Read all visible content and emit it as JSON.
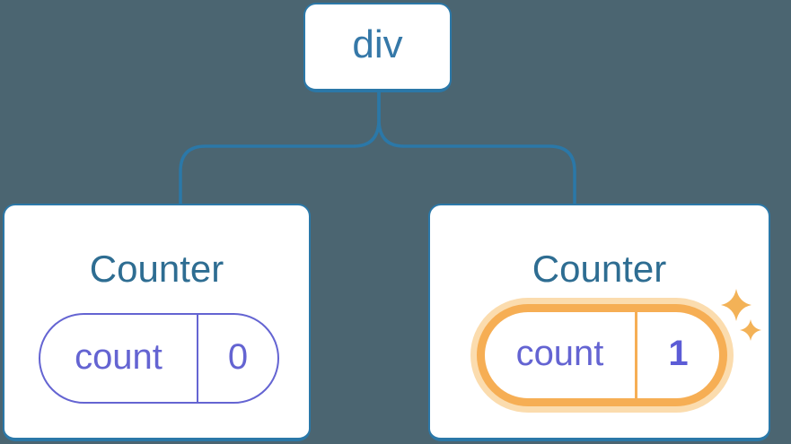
{
  "colors": {
    "bg": "#4b6571",
    "line": "#2b78a8",
    "card-bg": "#ffffff",
    "node-text": "#3578a8",
    "title-text": "#2e6d92",
    "purple": "#6464d2",
    "value-purple": "#5c5cd6",
    "orange": "#f6ae54",
    "orange-glow": "#fbdcae",
    "sparkle": "#f3b257"
  },
  "tree": {
    "root": {
      "label": "div"
    },
    "children": [
      {
        "title": "Counter",
        "state": {
          "key": "count",
          "value": "0"
        },
        "highlighted": false
      },
      {
        "title": "Counter",
        "state": {
          "key": "count",
          "value": "1"
        },
        "highlighted": true
      }
    ]
  }
}
